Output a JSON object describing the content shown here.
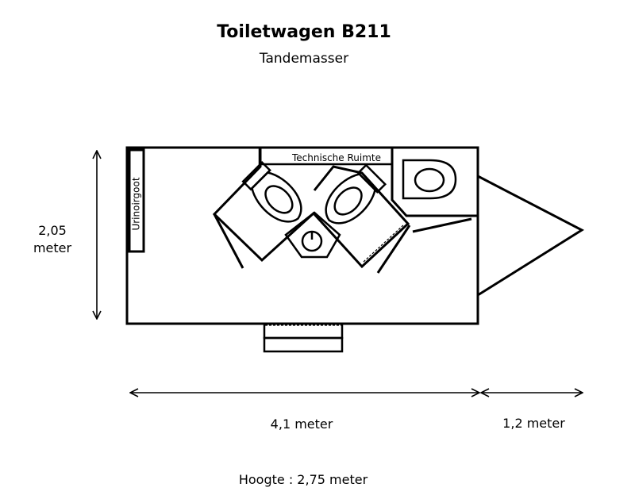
{
  "title": "Toiletwagen B211",
  "subtitle": "Tandemasser",
  "labels": {
    "technical_room": "Technische Ruimte",
    "urinal": "Urinoirgoot",
    "width_value": "2,05",
    "width_unit": "meter",
    "length": "4,1 meter",
    "drawbar_length": "1,2 meter",
    "height": "Hoogte : 2,75 meter"
  }
}
